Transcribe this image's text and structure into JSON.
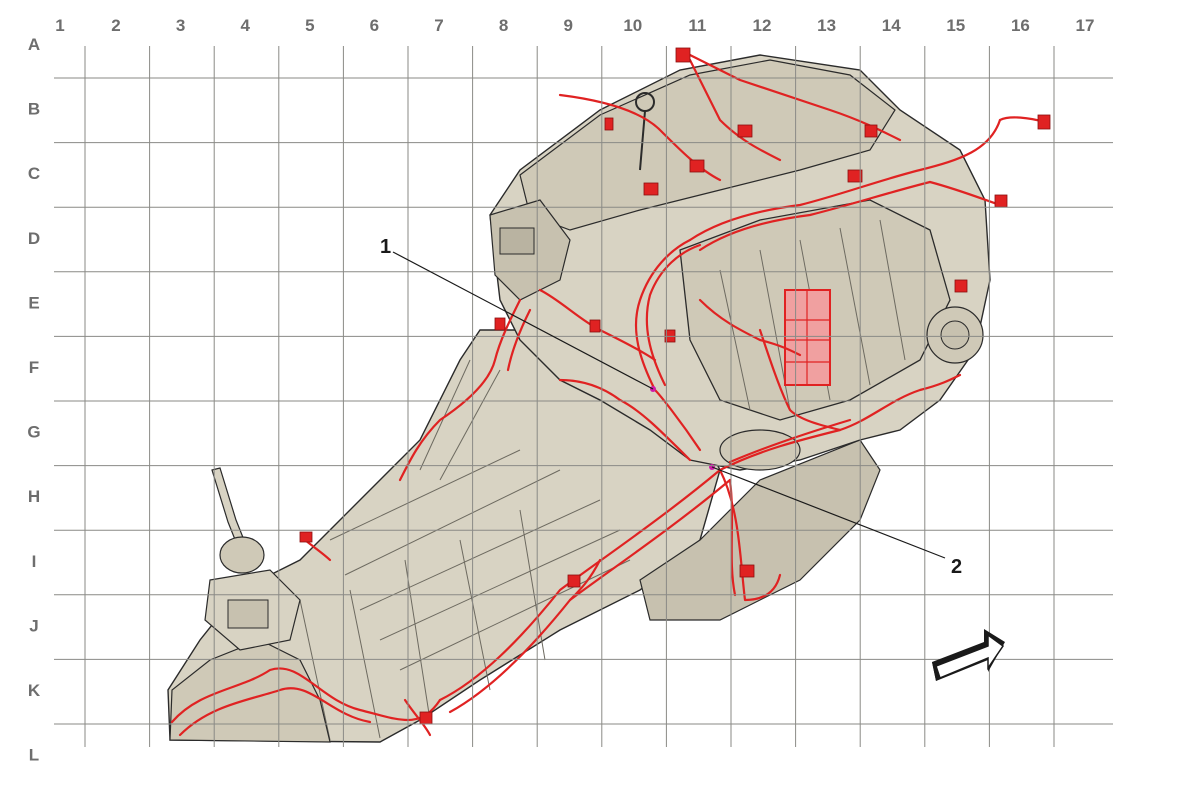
{
  "grid": {
    "columns": [
      "1",
      "2",
      "3",
      "4",
      "5",
      "6",
      "7",
      "8",
      "9",
      "10",
      "11",
      "12",
      "13",
      "14",
      "15",
      "16",
      "17"
    ],
    "rows": [
      "A",
      "B",
      "C",
      "D",
      "E",
      "F",
      "G",
      "H",
      "I",
      "J",
      "K",
      "L"
    ]
  },
  "callouts": [
    {
      "id": "callout-1",
      "label": "1"
    },
    {
      "id": "callout-2",
      "label": "2"
    }
  ],
  "colors": {
    "grid_line": "#8a8a86",
    "grid_label": "#6e6e6e",
    "body_fill": "#d8d3c3",
    "body_fill_dark": "#c7c1af",
    "outline": "#2b2b2b",
    "harness": "#e02222",
    "marker": "#d01aa8"
  },
  "icons": {
    "orientation_arrow": "front-direction-arrow-icon"
  }
}
